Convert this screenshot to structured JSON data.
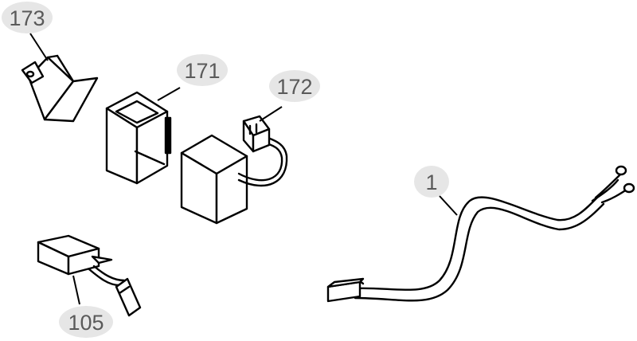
{
  "callouts": {
    "c173": "173",
    "c171": "171",
    "c172": "172",
    "c1": "1",
    "c105": "105"
  },
  "colors": {
    "callout_bubble": "#e6e6e6",
    "callout_text": "#5a5a5a",
    "line_art": "#000000"
  }
}
